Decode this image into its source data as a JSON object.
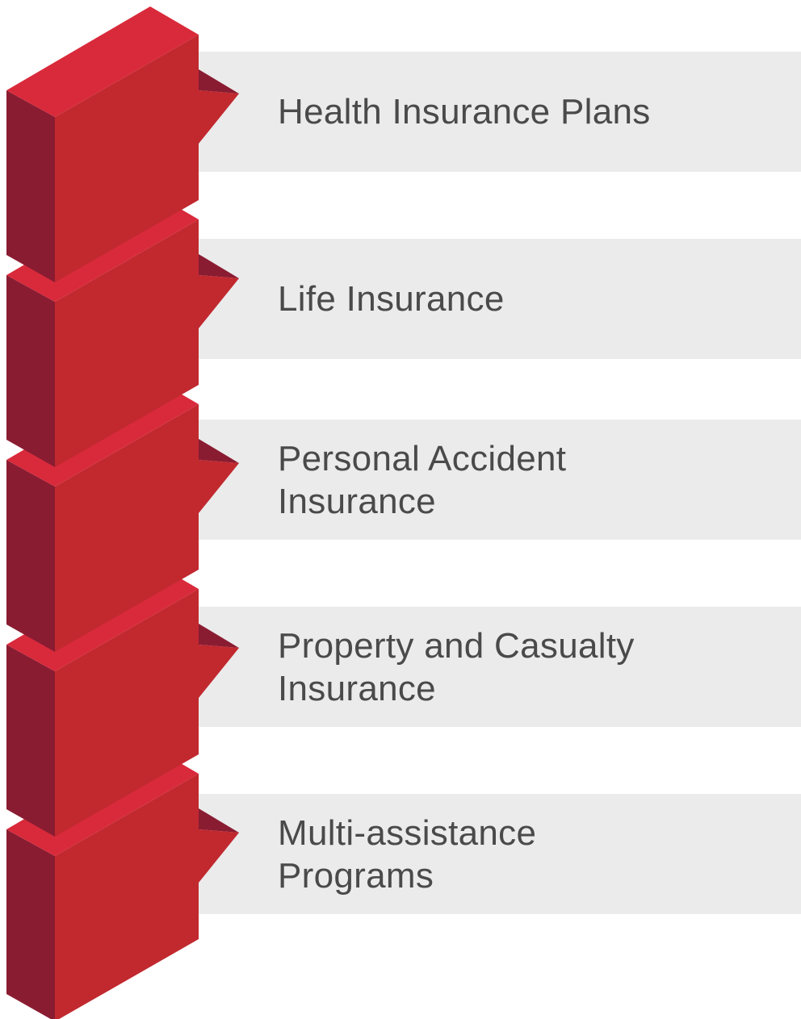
{
  "diagram": {
    "items": [
      {
        "label": "Health Insurance Plans"
      },
      {
        "label": "Life Insurance"
      },
      {
        "label": "Personal Accident\nInsurance"
      },
      {
        "label": "Property and Casualty\nInsurance"
      },
      {
        "label": "Multi-assistance\nPrograms"
      }
    ]
  },
  "colors": {
    "front": "#c1292f",
    "side": "#8a1c32",
    "top": "#d92a3b",
    "tab_dark": "#8a1c32",
    "band": "#ebebeb",
    "text": "#4a4a4a"
  }
}
